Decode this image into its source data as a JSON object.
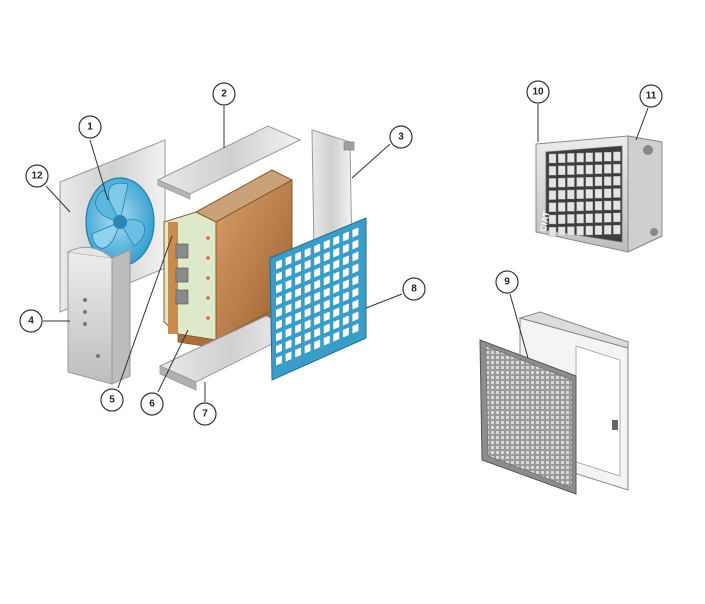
{
  "callouts": {
    "c1": "1",
    "c2": "2",
    "c3": "3",
    "c4": "4",
    "c5": "5",
    "c6": "6",
    "c7": "7",
    "c8": "8",
    "c9": "9",
    "c10": "10",
    "c11": "11",
    "c12": "12"
  },
  "brand_text": "CIAT",
  "colors": {
    "fan_blue": "#4fb3dd",
    "grille_blue": "#3a9dc8",
    "coil_copper": "#b87943",
    "coil_face": "#d9e8c6",
    "sheet_metal": "#d4d4d4",
    "callout_stroke": "#333333"
  }
}
